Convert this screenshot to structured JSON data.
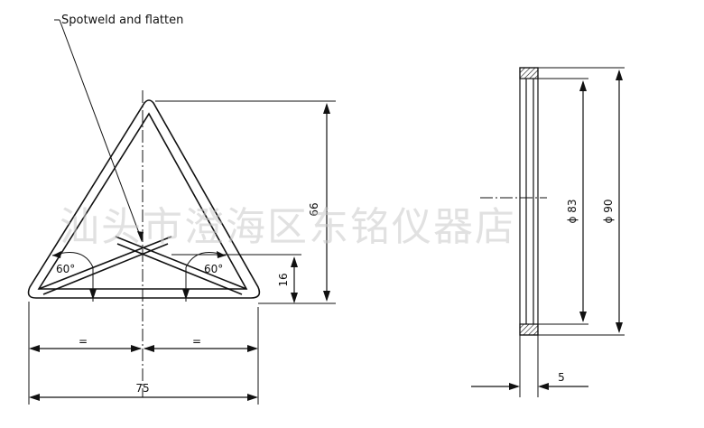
{
  "annotations": {
    "spotweld_note": "Spotweld and flatten"
  },
  "dimensions": {
    "height_overall": "66",
    "height_cross": "16",
    "width_overall": "75",
    "half_left": "=",
    "half_right": "=",
    "angle_left": "60°",
    "angle_right": "60°",
    "ring_inner_dia": "ϕ 83",
    "ring_outer_dia": "ϕ 90",
    "ring_thickness": "5"
  },
  "watermark": {
    "text": "汕头市澄海区东铭仪器店"
  }
}
